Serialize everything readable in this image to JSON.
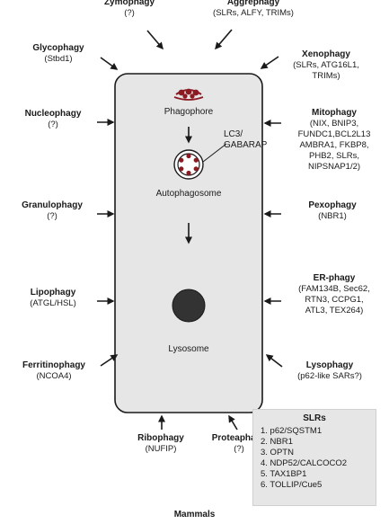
{
  "diagram": {
    "cell": {
      "phagophore": "Phagophore",
      "lc3": "LC3/\nGABARAP",
      "autophagosome": "Autophagosome",
      "lysosome": "Lysosome"
    },
    "pathways": [
      {
        "key": "zymophagy",
        "title": "Zymophagy",
        "detail": "(?)"
      },
      {
        "key": "aggrephagy",
        "title": "Aggrephagy",
        "detail": "(SLRs, ALFY, TRIMs)"
      },
      {
        "key": "glycophagy",
        "title": "Glycophagy",
        "detail": "(Stbd1)"
      },
      {
        "key": "xenophagy",
        "title": "Xenophagy",
        "detail": "(SLRs, ATG16L1,\nTRIMs)"
      },
      {
        "key": "nucleophagy",
        "title": "Nucleophagy",
        "detail": "(?)"
      },
      {
        "key": "mitophagy",
        "title": "Mitophagy",
        "detail": "(NIX, BNIP3,\nFUNDC1,BCL2L13\nAMBRA1, FKBP8,\nPHB2, SLRs,\nNIPSNAP1/2)"
      },
      {
        "key": "granulophagy",
        "title": "Granulophagy",
        "detail": "(?)"
      },
      {
        "key": "pexophagy",
        "title": "Pexophagy",
        "detail": "(NBR1)"
      },
      {
        "key": "lipophagy",
        "title": "Lipophagy",
        "detail": "(ATGL/HSL)"
      },
      {
        "key": "er_phagy",
        "title": "ER-phagy",
        "detail": "(FAM134B, Sec62,\nRTN3, CCPG1,\nATL3, TEX264)"
      },
      {
        "key": "ferritinophagy",
        "title": "Ferritinophagy",
        "detail": "(NCOA4)"
      },
      {
        "key": "ribophagy",
        "title": "Ribophagy",
        "detail": "(NUFIP)"
      },
      {
        "key": "proteaphagy",
        "title": "Proteaphagy",
        "detail": "(?)"
      },
      {
        "key": "lysophagy",
        "title": "Lysophagy",
        "detail": "(p62-like SARs?)"
      }
    ],
    "legend": {
      "title": "SLRs",
      "items": [
        "1. p62/SQSTM1",
        "2. NBR1",
        "3. OPTN",
        "4. NDP52/CALCOCO2",
        "5. TAX1BP1",
        "6. TOLLIP/Cue5"
      ]
    },
    "footer": "Mammals",
    "colors": {
      "cell_fill": "#e6e6e6",
      "outline": "#1a1a1a",
      "cargo": "#8b1a22",
      "lysosome": "#333333",
      "legend_fill": "#e6e6e6"
    }
  }
}
